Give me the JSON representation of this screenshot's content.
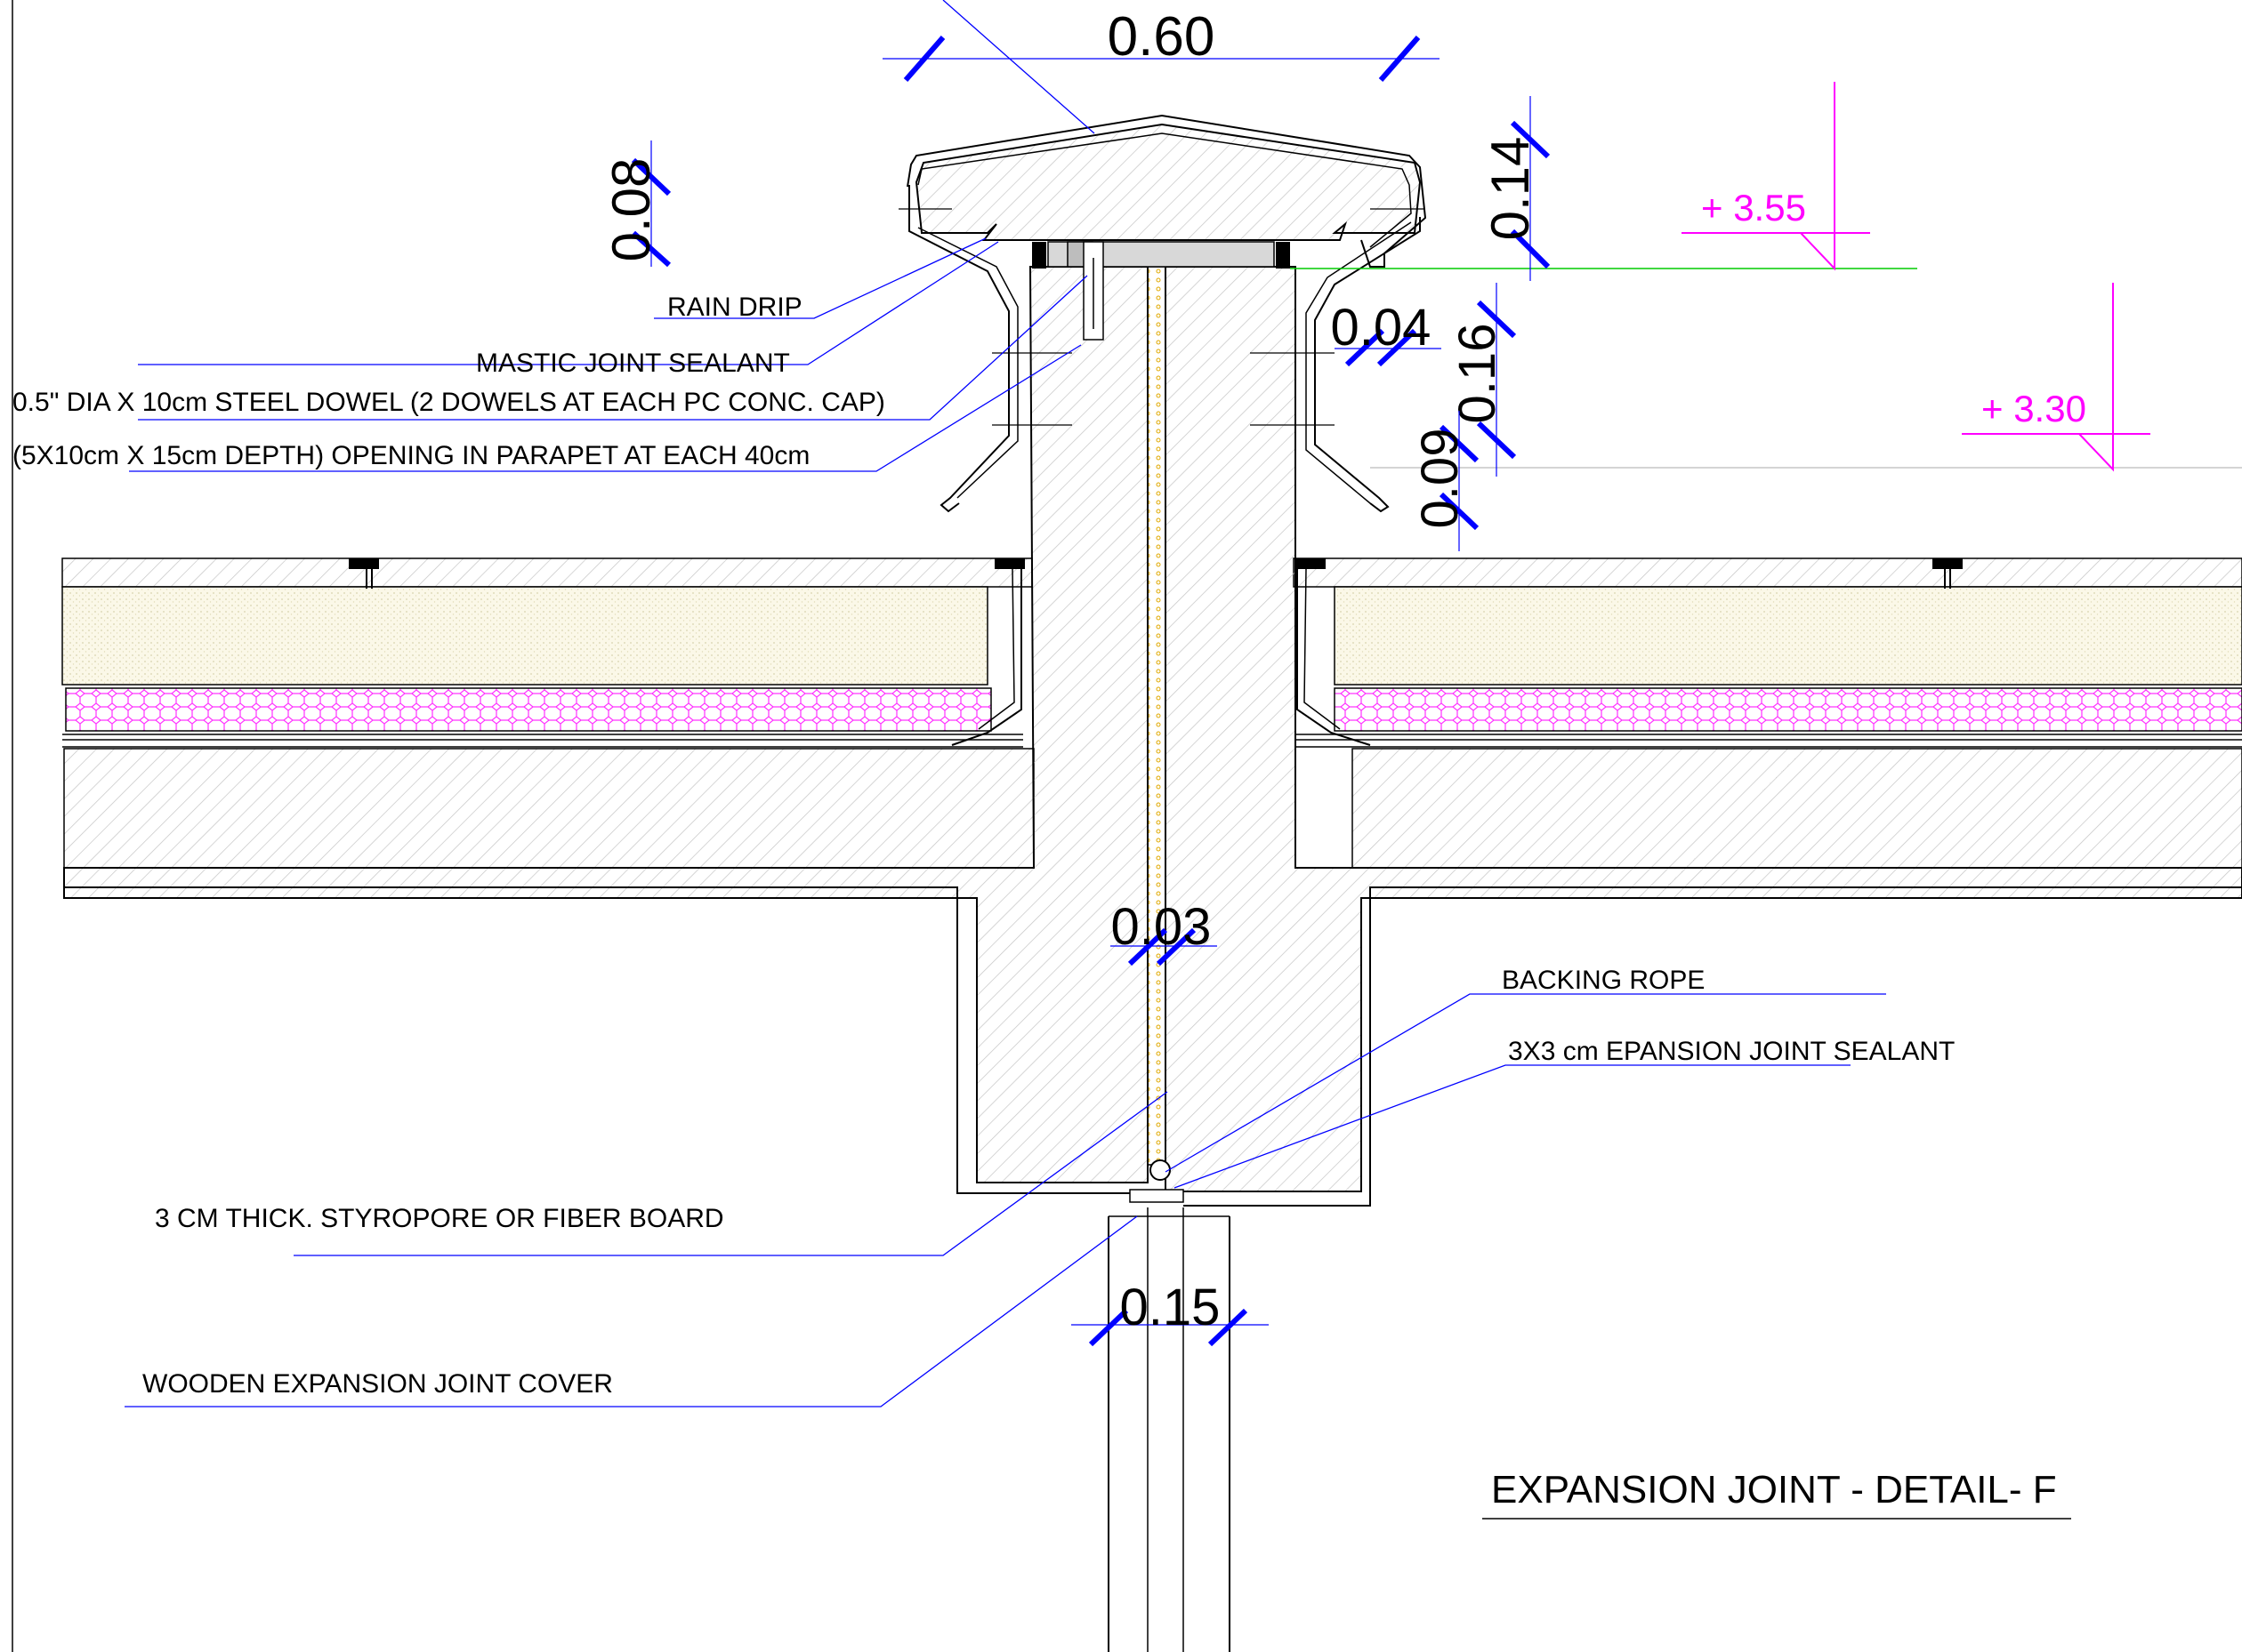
{
  "title": "EXPANSION JOINT - DETAIL- F",
  "colors": {
    "dimension_tick": "#0000ff",
    "leader_line": "#0000ff",
    "level_marker": "#ff00ff",
    "level_line": "#00cc00",
    "insulation": "#ff00ff",
    "joint_filler": "#e0a800",
    "outline": "#000000",
    "hatch": "#b0b0b0"
  },
  "callouts": {
    "rain_drip": "RAIN DRIP",
    "mastic_joint_sealant": "MASTIC JOINT SEALANT",
    "steel_dowel": "0.5\" DIA X 10cm STEEL DOWEL (2 DOWELS AT EACH PC CONC. CAP)",
    "parapet_opening": "(5X10cm X 15cm DEPTH) OPENING IN PARAPET AT EACH 40cm",
    "backing_rope": "BACKING ROPE",
    "expansion_joint_sealant": "3X3 cm EPANSION JOINT SEALANT",
    "styropore_board": "3 CM THICK. STYROPORE OR FIBER BOARD",
    "wooden_cover": "WOODEN EXPANSION JOINT COVER"
  },
  "dimensions": {
    "cap_width": "0.60",
    "cap_thickness": "0.08",
    "cap_height": "0.14",
    "gap_width": "0.04",
    "parapet_offset": "0.16",
    "flashing_drop": "0.09",
    "joint_width": "0.03",
    "column_width": "0.15"
  },
  "levels": {
    "upper": "+ 3.55",
    "lower": "+ 3.30"
  }
}
